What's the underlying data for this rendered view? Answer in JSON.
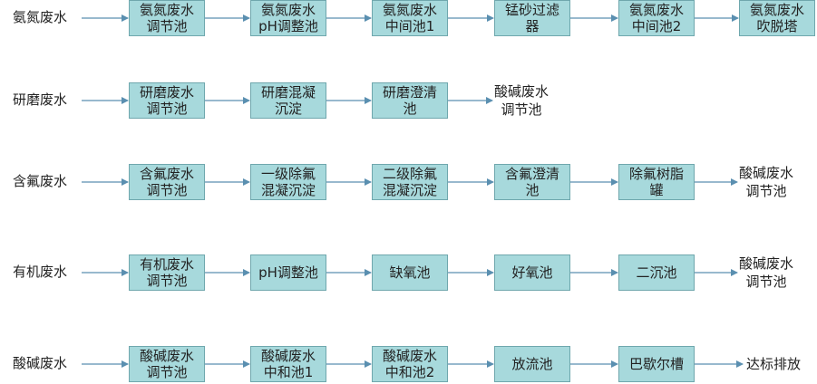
{
  "rows": [
    {
      "source": "氨氮废水",
      "steps": [
        [
          "氨氮废水",
          "调节池"
        ],
        [
          "氨氮废水",
          "pH调整池"
        ],
        [
          "氨氮废水",
          "中间池1"
        ],
        [
          "锰砂过滤",
          "器"
        ],
        [
          "氨氮废水",
          "中间池2"
        ],
        [
          "氨氮废水",
          "吹脱塔"
        ]
      ],
      "end": []
    },
    {
      "source": "研磨废水",
      "steps": [
        [
          "研磨废水",
          "调节池"
        ],
        [
          "研磨混凝",
          "沉淀"
        ],
        [
          "研磨澄清",
          "池"
        ]
      ],
      "end": [
        "酸碱废水",
        "调节池"
      ]
    },
    {
      "source": "含氟废水",
      "steps": [
        [
          "含氟废水",
          "调节池"
        ],
        [
          "一级除氟",
          "混凝沉淀"
        ],
        [
          "二级除氟",
          "混凝沉淀"
        ],
        [
          "含氟澄清",
          "池"
        ],
        [
          "除氟树脂",
          "罐"
        ]
      ],
      "end": [
        "酸碱废水",
        "调节池"
      ]
    },
    {
      "source": "有机废水",
      "steps": [
        [
          "有机废水",
          "调节池"
        ],
        [
          "pH调整池"
        ],
        [
          "缺氧池"
        ],
        [
          "好氧池"
        ],
        [
          "二沉池"
        ]
      ],
      "end": [
        "酸碱废水",
        "调节池"
      ]
    },
    {
      "source": "酸碱废水",
      "steps": [
        [
          "酸碱废水",
          "调节池"
        ],
        [
          "酸碱废水",
          "中和池1"
        ],
        [
          "酸碱废水",
          "中和池2"
        ],
        [
          "放流池"
        ],
        [
          "巴歇尔槽"
        ]
      ],
      "end": [
        "达标排放"
      ]
    }
  ],
  "colors": {
    "box_fill": "#a7d9dc",
    "box_border": "#6fa7ad",
    "arrow": "#5a8fb0",
    "text": "#222222"
  }
}
